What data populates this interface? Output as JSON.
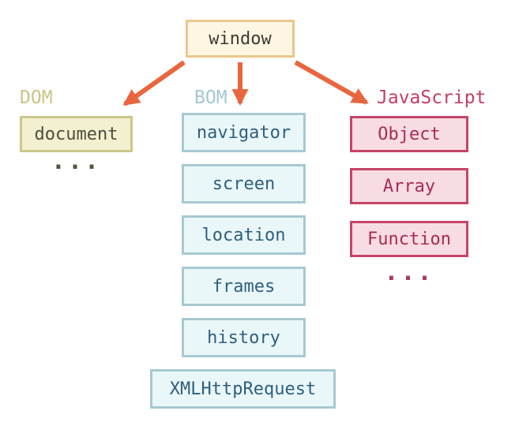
{
  "root": {
    "label": "window"
  },
  "columns": {
    "dom": {
      "label": "DOM",
      "items": [
        "document"
      ],
      "ellipsis": "..."
    },
    "bom": {
      "label": "BOM",
      "items": [
        "navigator",
        "screen",
        "location",
        "frames",
        "history",
        "XMLHttpRequest"
      ]
    },
    "js": {
      "label": "JavaScript",
      "items": [
        "Object",
        "Array",
        "Function"
      ],
      "ellipsis": "..."
    }
  },
  "colors": {
    "arrow": "#E8663F",
    "window_bg": "#FDF6E3",
    "window_border": "#EBC78E",
    "window_text": "#3B3A32",
    "dom_bg": "#F3F0D0",
    "dom_border": "#CBC78A",
    "dom_text": "#4E4D3F",
    "dom_label": "#C9C583",
    "bom_bg": "#EAF7F9",
    "bom_border": "#A7C9D1",
    "bom_text": "#2E5F7D",
    "bom_label": "#A5C7D2",
    "js_bg": "#F8DCE3",
    "js_border": "#C64566",
    "js_text": "#A72D52",
    "js_label": "#C33F60",
    "background": "#FFFFFF"
  }
}
